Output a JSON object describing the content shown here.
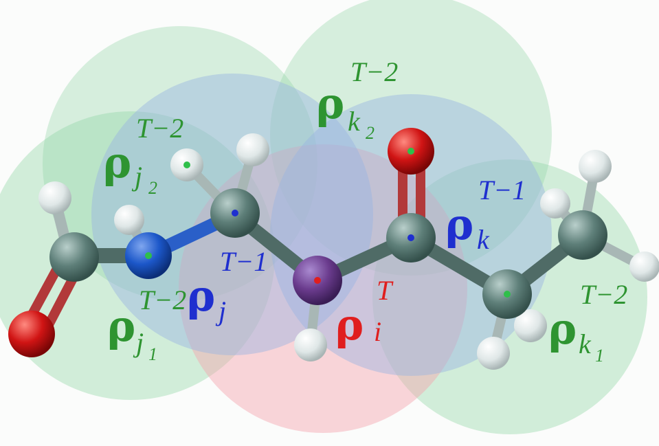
{
  "colors": {
    "green_sphere": "#8fd4a4",
    "blue_sphere": "#9ab3e2",
    "red_sphere": "#f4a3ad",
    "green_label": "#2e9431",
    "blue_label": "#1f2fcf",
    "red_label": "#e01e1e",
    "carbon": "#5e7f79",
    "nitrogen": "#1c57c9",
    "oxygen": "#d01414",
    "hydrogen": "#e4ecec",
    "central_atom": "#6b3c8e"
  },
  "labels": {
    "rho_i": {
      "base": "ρ",
      "sup": "T",
      "sub": "i"
    },
    "rho_j": {
      "base": "ρ",
      "sup": "T−1",
      "sub": "j"
    },
    "rho_k": {
      "base": "ρ",
      "sup": "T−1",
      "sub": "k"
    },
    "rho_j1": {
      "base": "ρ",
      "sup": "T−2",
      "sub": "j",
      "subsub": "1"
    },
    "rho_j2": {
      "base": "ρ",
      "sup": "T−2",
      "sub": "j",
      "subsub": "2"
    },
    "rho_k1": {
      "base": "ρ",
      "sup": "T−2",
      "sub": "k",
      "subsub": "1"
    },
    "rho_k2": {
      "base": "ρ",
      "sup": "T−2",
      "sub": "k",
      "subsub": "2"
    }
  },
  "legend_icons": [
    "green-sphere-icon",
    "blue-sphere-icon",
    "red-sphere-icon"
  ]
}
